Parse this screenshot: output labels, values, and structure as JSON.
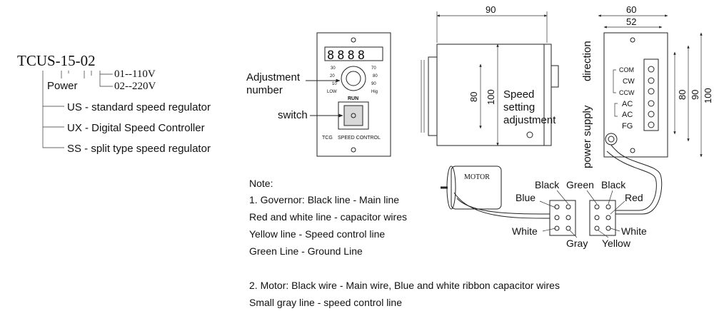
{
  "model": {
    "code": "TCUS-15-02",
    "power_label": "Power",
    "power_options": [
      "01--110V",
      "02--220V"
    ],
    "types": [
      "US - standard speed regulator",
      "UX - Digital Speed Controller",
      "SS - split type speed regulator"
    ]
  },
  "front_panel": {
    "adjustment_label_1": "Adjustment",
    "adjustment_label_2": "number",
    "switch_label": "switch",
    "display": "8888",
    "dial_numbers": [
      "30",
      "20",
      "10",
      "LOW",
      "70",
      "80",
      "90",
      "Hig"
    ],
    "run_label": "RUN",
    "brand_label": "TCG",
    "panel_label": "SPEED CONTROL"
  },
  "side_view": {
    "width_dim": "90",
    "height_dims": [
      "80",
      "100"
    ],
    "speed_label": [
      "Speed",
      "setting",
      "adjustment"
    ]
  },
  "rear_view": {
    "width_dims": [
      "60",
      "52"
    ],
    "height_dims": [
      "80",
      "90",
      "100"
    ],
    "direction_label": "direction",
    "power_supply_label": "power supply",
    "terminals": [
      "COM",
      "CW",
      "CCW",
      "AC",
      "AC",
      "FG"
    ]
  },
  "wiring": {
    "motor_label": "MOTOR",
    "left_wires": [
      "Blue",
      "White"
    ],
    "right_wires": [
      "Black",
      "Green",
      "Black",
      "Red",
      "White",
      "Yellow"
    ],
    "bottom_wire": "Gray"
  },
  "notes": {
    "heading": "Note:",
    "lines": [
      "1. Governor: Black line - Main line",
      "Red and white line - capacitor wires",
      "Yellow line - Speed control line",
      "Green Line - Ground Line",
      "2. Motor: Black wire - Main wire,   Blue and white ribbon capacitor wires",
      "Small gray line - speed control line"
    ]
  }
}
